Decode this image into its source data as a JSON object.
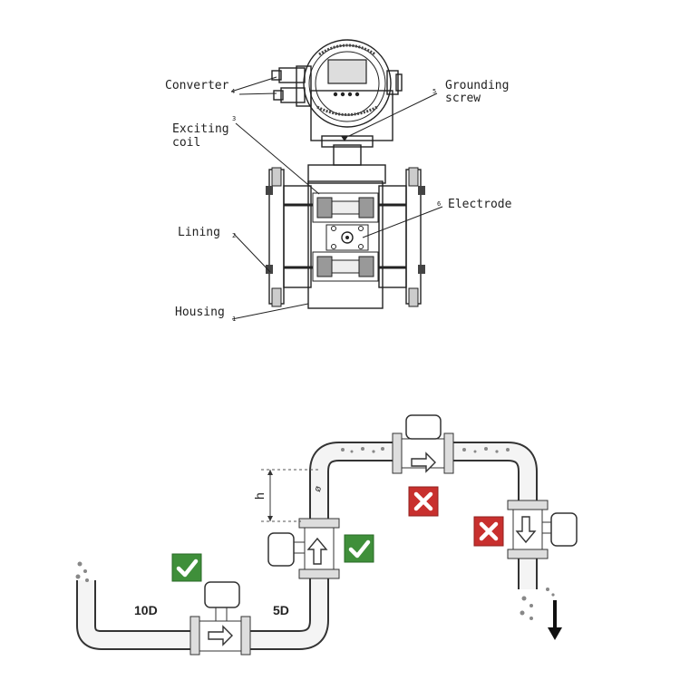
{
  "meter_diagram": {
    "labels": {
      "converter": "Converter",
      "grounding_1": "Grounding",
      "grounding_2": "screw",
      "exciting_1": "Exciting",
      "exciting_2": "coil",
      "electrode": "Electrode",
      "lining": "Lining",
      "housing": "Housing"
    },
    "numbers": {
      "housing": "1",
      "lining": "2",
      "exciting": "3",
      "converter": "4",
      "grounding": "5",
      "electrode": "6"
    }
  },
  "installation": {
    "upstream": "10D",
    "downstream": "5D",
    "height": "h",
    "diameter_symbol": "ø"
  },
  "colors": {
    "check": "#3f8f3a",
    "cross": "#c8302e",
    "pipe_fill": "#f4f4f4",
    "line": "#222222"
  }
}
